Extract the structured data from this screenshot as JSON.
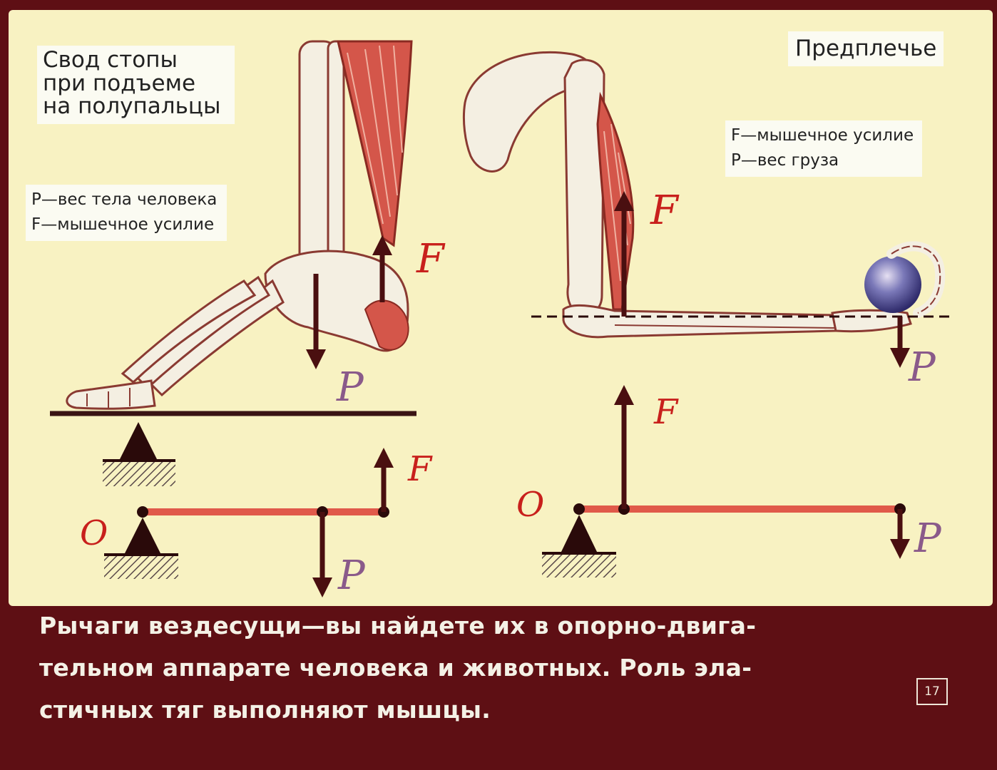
{
  "foot": {
    "title_lines": [
      "Свод стопы",
      "при подъеме",
      "на полупальцы"
    ],
    "legend_lines": [
      "Р—вес тела человека",
      "F—мышечное усилие"
    ],
    "force_label": "F",
    "weight_label": "P"
  },
  "forearm": {
    "title": "Предплечье",
    "legend_lines": [
      "F—мышечное усилие",
      "Р—вес груза"
    ],
    "force_label": "F",
    "weight_label": "P"
  },
  "lever_foot": {
    "fulcrum_label": "O",
    "force_label": "F",
    "weight_label": "P"
  },
  "lever_forearm": {
    "fulcrum_label": "O",
    "force_label": "F",
    "weight_label": "P"
  },
  "caption_lines": [
    "Рычаги вездесущи—вы найдете их в опорно-двига-",
    "тельном аппарате человека и животных. Роль эла-",
    "стичных тяг выполняют мышцы."
  ],
  "page_number": "17",
  "colors": {
    "background": "#f8f2c2",
    "frame": "#5e0f14",
    "lever_bar": "#e05a4a",
    "arrow": "#5a1414",
    "force_text": "#c8201c",
    "weight_text": "#8a5a8a",
    "bone": "#f4efe2",
    "muscle": "#d4564a"
  }
}
